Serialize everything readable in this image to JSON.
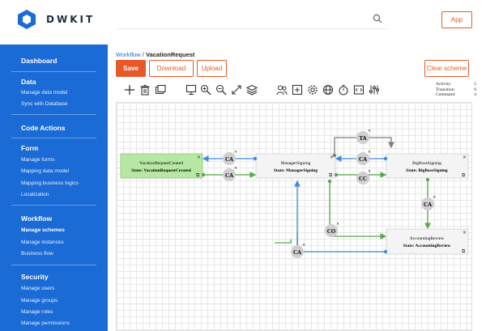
{
  "app": {
    "logo_text": "DWKIT",
    "app_button": "App"
  },
  "sidebar": {
    "sections": [
      {
        "label": "Dashboard",
        "items": []
      },
      {
        "label": "Data",
        "items": [
          "Manage data model",
          "Sync with Database"
        ]
      },
      {
        "label": "Code Actions",
        "items": []
      },
      {
        "label": "Form",
        "items": [
          "Manage forms",
          "Mapping data model",
          "Mapping business logics",
          "Localization"
        ]
      },
      {
        "label": "Workflow",
        "items": [
          "Manage schemes",
          "Manage instances",
          "Business flow"
        ]
      },
      {
        "label": "Security",
        "items": [
          "Manage users",
          "Manage groups",
          "Manage roles",
          "Manage permissions"
        ]
      }
    ],
    "active_item": "Manage schemes"
  },
  "breadcrumb": {
    "link": "Workflow",
    "separator": "/",
    "current": "VacationRequest"
  },
  "actions": {
    "save": "Save",
    "download": "Download",
    "upload": "Upload",
    "clear_scheme": "Clear scheme"
  },
  "stats": {
    "activity_label": "Activity:",
    "activity_value": "5",
    "transition_label": "Transition:",
    "transition_value": "9",
    "command_label": "Command:",
    "command_value": "4"
  },
  "toolbar_icons": [
    "add-icon",
    "delete-icon",
    "copy-icon",
    "monitor-icon",
    "zoom-in-icon",
    "zoom-out-icon",
    "fullscreen-icon",
    "layers-icon",
    "actors-icon",
    "add-list-icon",
    "settings-icon",
    "globe-icon",
    "timer-icon",
    "code-icon",
    "sliders-icon"
  ],
  "diagram": {
    "activities": [
      {
        "name": "VacationRequestCreated",
        "state": "State: VacationRequestCreated",
        "initial": true
      },
      {
        "name": "ManagerSigning",
        "state": "State: ManagerSigning"
      },
      {
        "name": "BigBossSigning",
        "state": "State: BigBossSigning"
      },
      {
        "name": "AccountingReview",
        "state": "State: AccountingReview"
      }
    ],
    "labels": {
      "ca": "CA",
      "ta": "TA",
      "cc": "CC",
      "co": "CO"
    },
    "colors": {
      "forward": "#5aa84e",
      "backward": "#3d8be0",
      "gray": "#7d7d7d",
      "initial_fill": "#b7e8a3",
      "accent": "#e8592a",
      "sidebar": "#1b6bd6"
    }
  }
}
